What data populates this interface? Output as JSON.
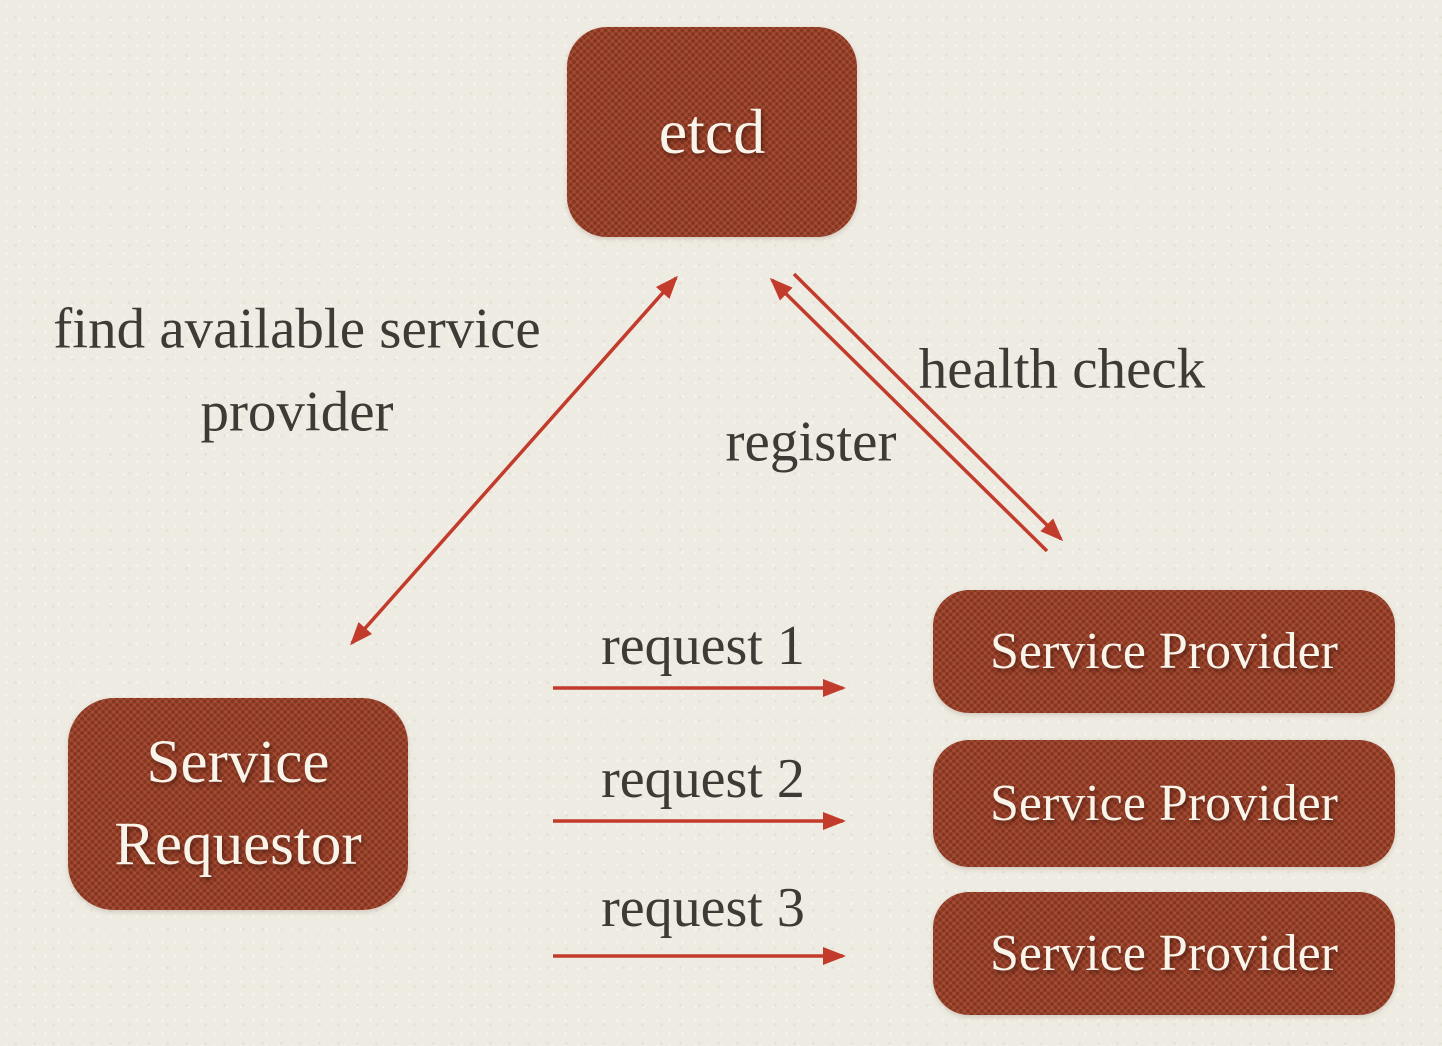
{
  "colors": {
    "background": "#eeebe2",
    "node_fill": "#a64b37",
    "node_dot": "#84371f",
    "node_text": "#f8f4ea",
    "arrow": "#c23b2b",
    "label_text": "#3e3a35"
  },
  "nodes": {
    "etcd": {
      "label": "etcd"
    },
    "service_requestor": {
      "label": "Service Requestor"
    },
    "service_provider_1": {
      "label": "Service Provider"
    },
    "service_provider_2": {
      "label": "Service Provider"
    },
    "service_provider_3": {
      "label": "Service Provider"
    }
  },
  "edge_labels": {
    "find_available": "find available service provider",
    "register": "register",
    "health_check": "health check",
    "request_1": "request 1",
    "request_2": "request 2",
    "request_3": "request 3"
  }
}
